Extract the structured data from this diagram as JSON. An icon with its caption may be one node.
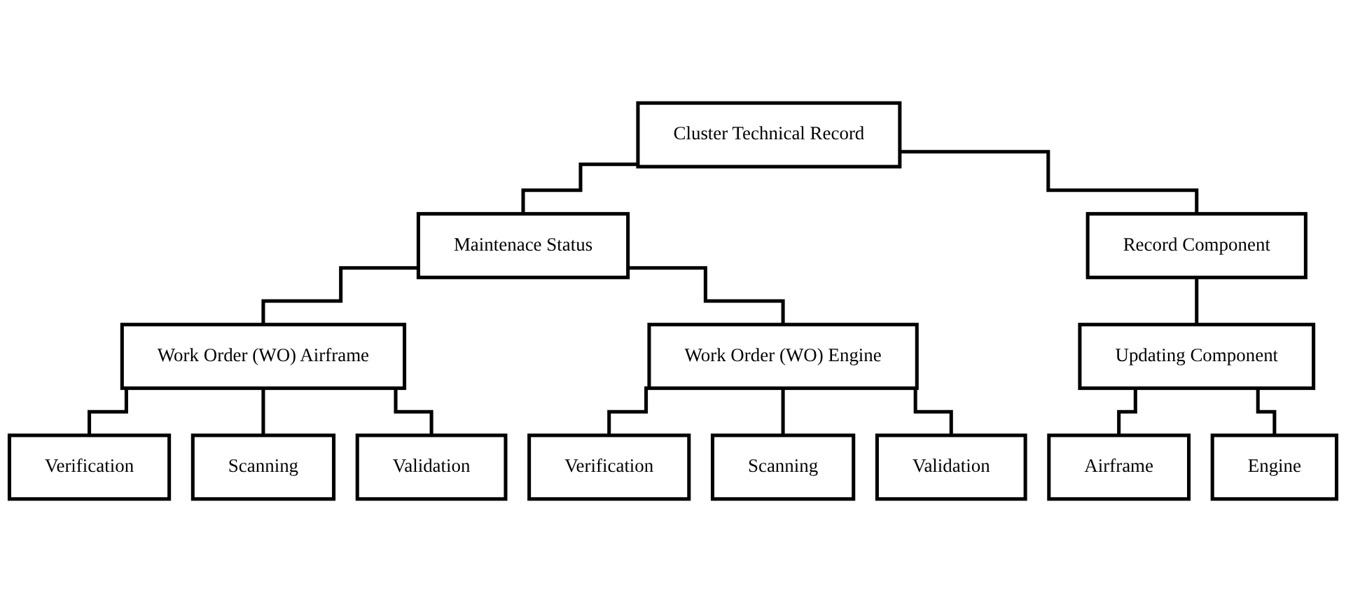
{
  "diagram": {
    "nodes": [
      {
        "text": [
          "Cluster Technical Record"
        ]
      },
      {
        "text": [
          "Maintenace Status"
        ]
      },
      {
        "text": [
          "Record Component"
        ]
      },
      {
        "text": [
          "Work Order (WO) Airframe"
        ]
      },
      {
        "text": [
          "Work Order (WO) Engine"
        ]
      },
      {
        "text": [
          "Updating Component"
        ]
      },
      {
        "text": [
          "Verification"
        ]
      },
      {
        "text": [
          "Scanning"
        ]
      },
      {
        "text": [
          "Validation"
        ]
      },
      {
        "text": [
          "Verification"
        ]
      },
      {
        "text": [
          "Scanning"
        ]
      },
      {
        "text": [
          "Validation"
        ]
      },
      {
        "text": [
          "Airframe"
        ]
      },
      {
        "text": [
          "Engine"
        ]
      }
    ],
    "edges": [
      {
        "from": 0,
        "to": 1,
        "arrow": "none"
      },
      {
        "from": 0,
        "to": 2,
        "arrow": "none"
      },
      {
        "from": 1,
        "to": 3,
        "arrow": "none"
      },
      {
        "from": 1,
        "to": 4,
        "arrow": "none"
      },
      {
        "from": 2,
        "to": 5,
        "arrow": "none"
      },
      {
        "from": 3,
        "to": 6,
        "arrow": "none"
      },
      {
        "from": 3,
        "to": 7,
        "arrow": "none"
      },
      {
        "from": 3,
        "to": 8,
        "arrow": "none"
      },
      {
        "from": 4,
        "to": 9,
        "arrow": "none"
      },
      {
        "from": 4,
        "to": 10,
        "arrow": "none"
      },
      {
        "from": 4,
        "to": 11,
        "arrow": "none"
      },
      {
        "from": 5,
        "to": 12,
        "arrow": "none"
      },
      {
        "from": 5,
        "to": 13,
        "arrow": "none"
      }
    ]
  }
}
